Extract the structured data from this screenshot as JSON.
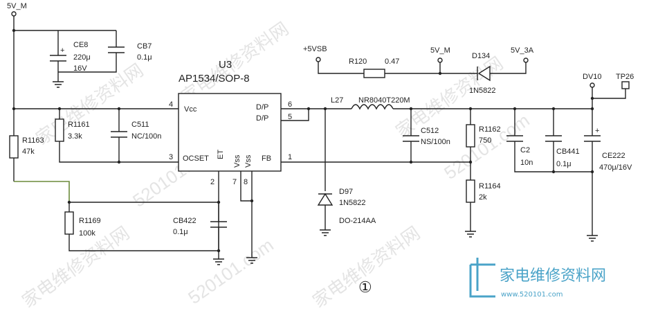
{
  "labels": {
    "net_5vm_left": "5V_M",
    "ce8": "CE8",
    "ce8_val1": "220μ",
    "ce8_val2": "16V",
    "cb7": "CB7",
    "cb7_val": "0.1μ",
    "u3": "U3",
    "u3_part": "AP1534/SOP-8",
    "pin_vcc": "Vcc",
    "pin_ocset": "OCSET",
    "pin_et": "ET",
    "pin_vss1": "Vss",
    "pin_vss2": "Vss",
    "pin_fb": "FB",
    "pin_dp1": "D/P",
    "pin_dp2": "D/P",
    "pn4": "4",
    "pn3": "3",
    "pn2": "2",
    "pn7": "7",
    "pn8": "8",
    "pn1": "1",
    "pn6": "6",
    "pn5": "5",
    "r1163": "R1163",
    "r1163_val": "47k",
    "r1161": "R1161",
    "r1161_val": "3.3k",
    "c511": "C511",
    "c511_val": "NC/100n",
    "r1169": "R1169",
    "r1169_val": "100k",
    "cb422": "CB422",
    "cb422_val": "0.1μ",
    "net_5vsb": "+5VSB",
    "r120": "R120",
    "r120_val": "0.47",
    "net_5vm_top": "5V_M",
    "d134": "D134",
    "d134_val": "1N5822",
    "net_5v3a": "5V_3A",
    "l27": "L27",
    "l27_val": "NR8040T220M",
    "c512": "C512",
    "c512_val": "NS/100n",
    "d97": "D97",
    "d97_val": "1N5822",
    "d97_pkg": "DO-214AA",
    "r1162": "R1162",
    "r1162_val": "750",
    "r1164": "R1164",
    "r1164_val": "2k",
    "c2": "C2",
    "c2_val": "10n",
    "cb441": "CB441",
    "cb441_val": "0.1μ",
    "ce222": "CE222",
    "ce222_val": "470μ/16V",
    "dv10": "DV10",
    "tp26": "TP26",
    "circle_num": "①"
  },
  "watermark": {
    "text": "家电维修资料网",
    "url": "520101.com",
    "logo_url": "www.520101.com"
  },
  "colors": {
    "wire": "#222222",
    "green_wire": "#6b8a3a",
    "watermark": "#e4e4e4",
    "logo": "#4aa3c8"
  }
}
